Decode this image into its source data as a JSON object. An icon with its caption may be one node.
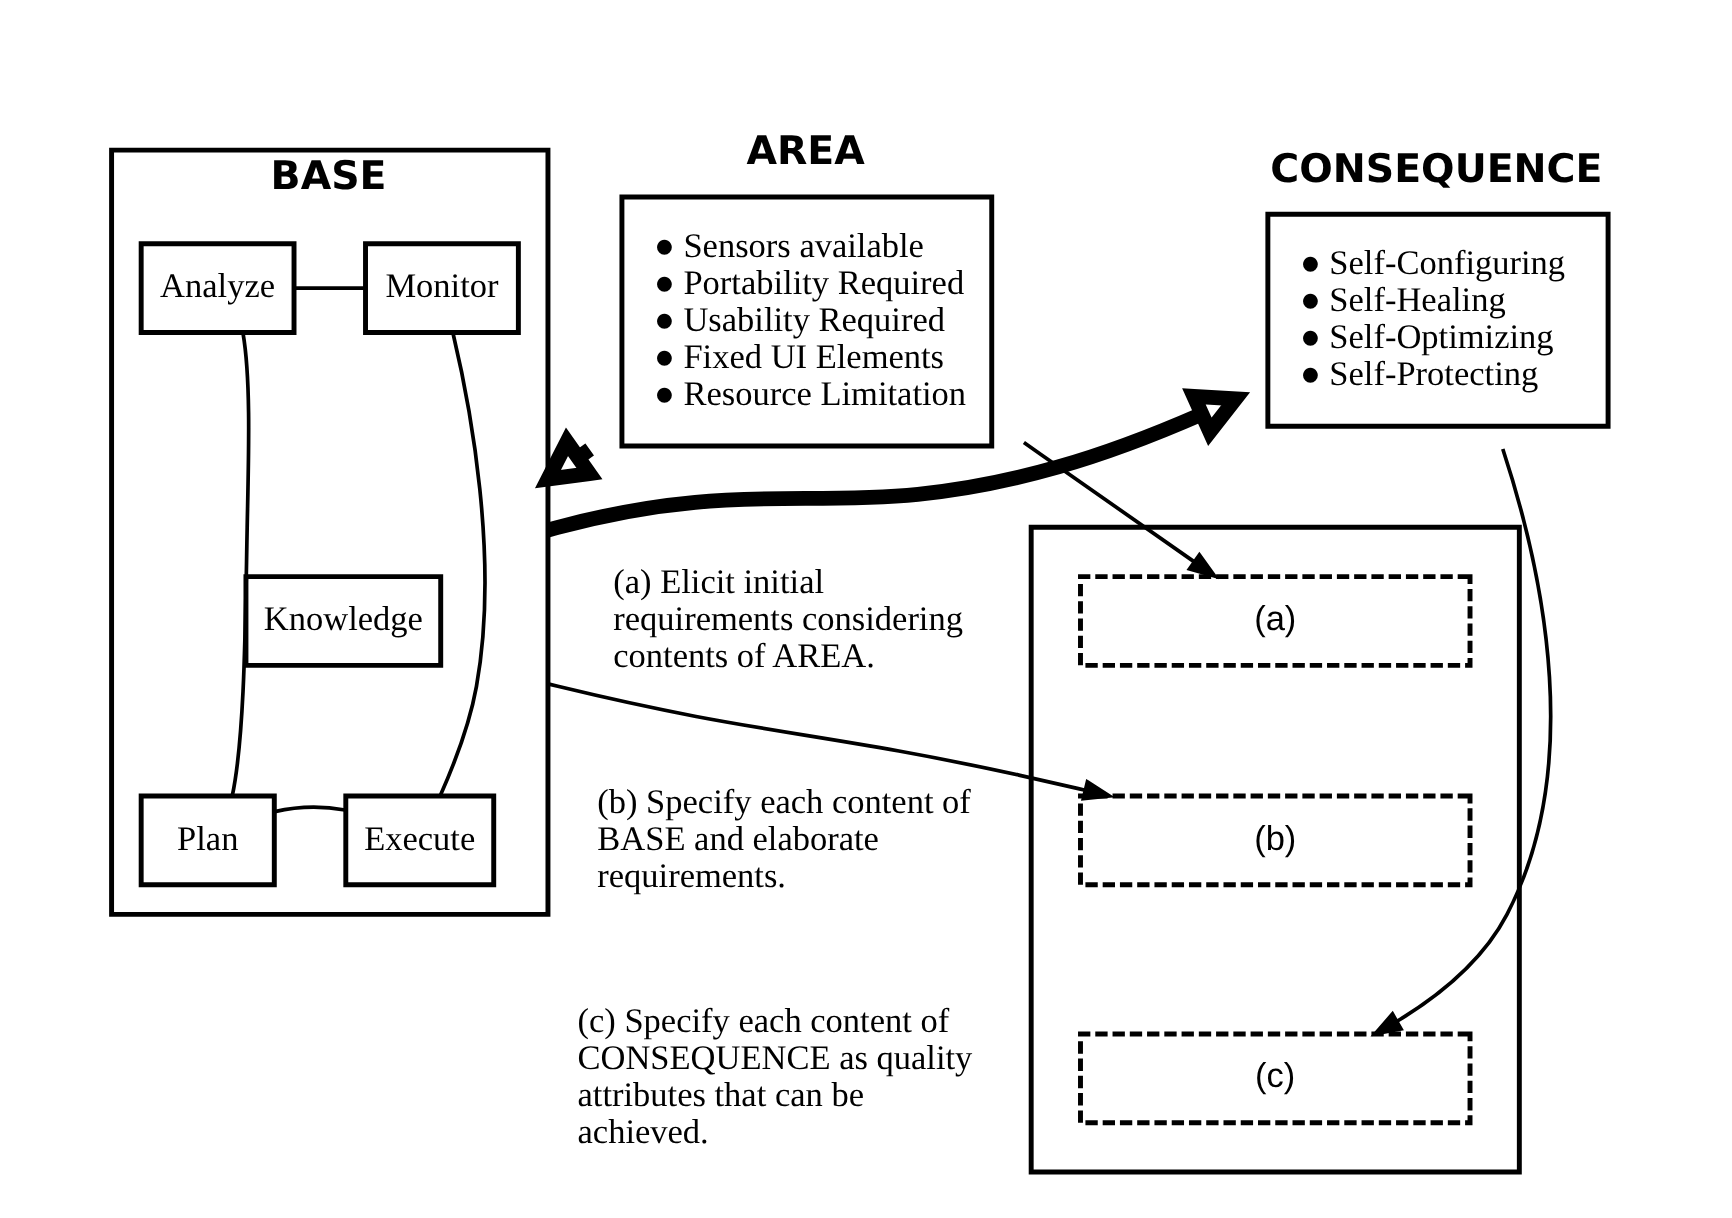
{
  "diagram": {
    "nodes": [
      {
        "text": [
          "AREA",
          "● Sensors available",
          "● Portability Required",
          "● Usability Required",
          "● Fixed UI Elements",
          "● Resource Limitation"
        ]
      },
      {
        "text": [
          "BASE"
        ]
      },
      {
        "text": [
          "Monitor"
        ],
        "in": 1
      },
      {
        "text": [
          "Analyze"
        ],
        "in": 1
      },
      {
        "text": [
          "Knowledge"
        ],
        "in": 1
      },
      {
        "text": [
          "Execute"
        ],
        "in": 1
      },
      {
        "text": [
          "Plan"
        ],
        "in": 1
      },
      {
        "text": [
          "CONSEQUENCE",
          "● Self-Configuring",
          "● Self-Healing",
          "● Self-Optimizing",
          "● Self-Protecting"
        ]
      },
      {
        "text": [],
        "shape": "document"
      },
      {
        "text": [
          "(a)"
        ],
        "in": 8
      },
      {
        "text": [
          "(b)"
        ],
        "in": 8
      },
      {
        "text": [
          "(c)"
        ],
        "in": 8
      }
    ],
    "edges": [
      {
        "from": 0,
        "to": 1,
        "arrow": "to",
        "style": "thick"
      },
      {
        "from": 1,
        "to": 7,
        "arrow": "to",
        "style": "thick"
      },
      {
        "from": 2,
        "to": 3,
        "arrow": "none"
      },
      {
        "from": 3,
        "to": 6,
        "arrow": "none"
      },
      {
        "from": 6,
        "to": 5,
        "arrow": "none"
      },
      {
        "from": 5,
        "to": 2,
        "arrow": "none"
      },
      {
        "from": 0,
        "to": 9,
        "arrow": "to"
      },
      {
        "from": 1,
        "to": 10,
        "arrow": "to"
      },
      {
        "from": 7,
        "to": 11,
        "arrow": "to"
      }
    ],
    "labels": [
      "(a) Elicit initial requirements considering contents of AREA.",
      "(b) Specify each content of BASE and elaborate requirements.",
      "(c) Specify each content of CONSEQUENCE as quality attributes that can be achieved."
    ]
  }
}
